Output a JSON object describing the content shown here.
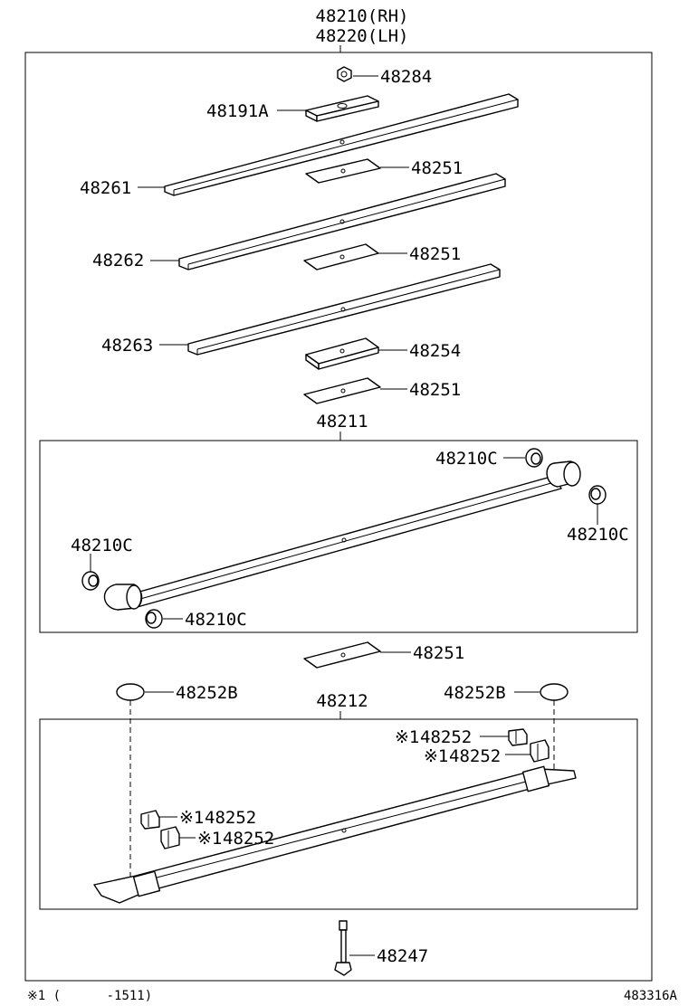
{
  "header": {
    "assembly_rh": "48210(RH)",
    "assembly_lh": "48220(LH)"
  },
  "parts": {
    "nut": "48284",
    "clamp_plate": "48191A",
    "leaf_1": "48261",
    "insert_1": "48251",
    "leaf_2": "48262",
    "insert_2": "48251",
    "leaf_3": "48263",
    "spacer": "48254",
    "insert_3": "48251",
    "main_leaf_group": "48211",
    "bushing_top_right": "48210C",
    "bushing_right": "48210C",
    "bushing_left": "48210C",
    "bushing_bottom": "48210C",
    "insert_4": "48251",
    "rebound_clip_left": "48252B",
    "rebound_clip_right": "48252B",
    "lower_leaf_group": "48212",
    "clip_right_upper": "48252",
    "clip_right_lower": "48252",
    "clip_left_upper": "48252",
    "clip_left_lower": "48252",
    "center_bolt": "48247"
  },
  "notes": {
    "mark_prefix": "※1",
    "footnote": "※1 (      -1511)",
    "illustration_id": "483316A"
  }
}
